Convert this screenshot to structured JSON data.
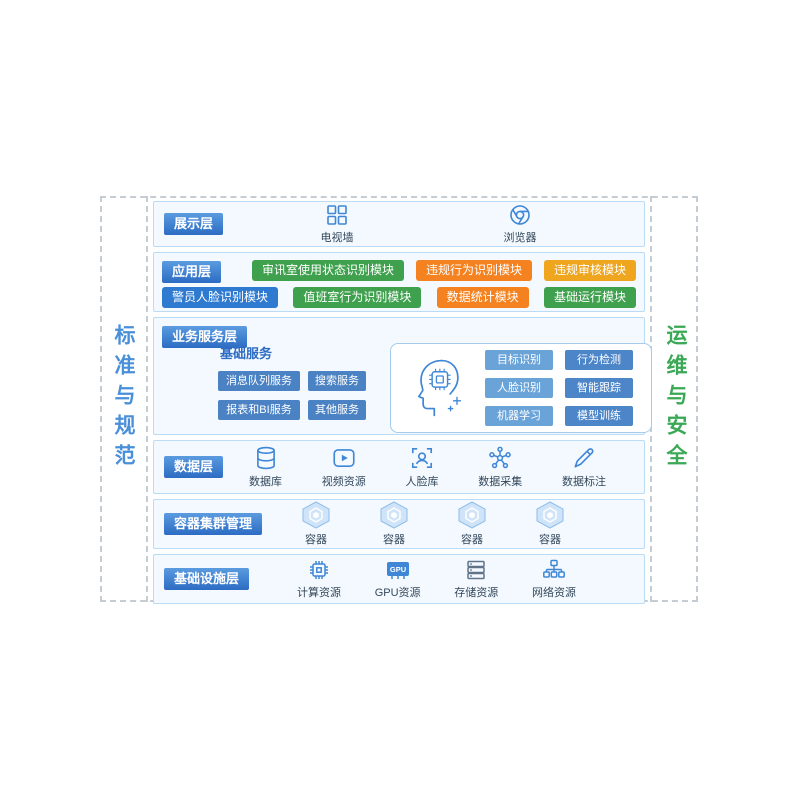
{
  "colors": {
    "accent_blue": "#2d6cc3",
    "icon_blue": "#3f87d6",
    "module_green": "#3fa14d",
    "module_orange": "#f58220",
    "module_amber": "#efa51e",
    "module_blue": "#2e7ad1",
    "chip_basic_blue": "#4a82c4",
    "chip_light_blue": "#6aa3d8",
    "chip_dark_blue": "#4d86c8",
    "side_left_text": "#4a90d9",
    "side_right_text": "#3aa855"
  },
  "side_left": {
    "label": "标准与规范"
  },
  "side_right": {
    "label": "运维与安全"
  },
  "presentation": {
    "label": "展示层",
    "items": [
      {
        "label": "电视墙"
      },
      {
        "label": "浏览器"
      }
    ]
  },
  "application": {
    "label": "应用层",
    "row1": [
      {
        "label": "审讯室使用状态识别模块"
      },
      {
        "label": "违规行为识别模块"
      },
      {
        "label": "违规审核模块"
      }
    ],
    "row2": [
      {
        "label": "警员人脸识别模块"
      },
      {
        "label": "值班室行为识别模块"
      },
      {
        "label": "数据统计模块"
      },
      {
        "label": "基础运行模块"
      }
    ]
  },
  "business": {
    "label": "业务服务层",
    "basic_services": {
      "title": "基础服务",
      "items": [
        {
          "label": "消息队列服务"
        },
        {
          "label": "搜索服务"
        },
        {
          "label": "报表和BI服务"
        },
        {
          "label": "其他服务"
        }
      ]
    },
    "ai_services": {
      "items": [
        {
          "label": "目标识别"
        },
        {
          "label": "行为检测"
        },
        {
          "label": "人脸识别"
        },
        {
          "label": "智能跟踪"
        },
        {
          "label": "机器学习"
        },
        {
          "label": "模型训练"
        }
      ]
    }
  },
  "data_layer": {
    "label": "数据层",
    "items": [
      {
        "label": "数据库"
      },
      {
        "label": "视频资源"
      },
      {
        "label": "人脸库"
      },
      {
        "label": "数据采集"
      },
      {
        "label": "数据标注"
      }
    ]
  },
  "container_layer": {
    "label": "容器集群管理",
    "items": [
      {
        "label": "容器"
      },
      {
        "label": "容器"
      },
      {
        "label": "容器"
      },
      {
        "label": "容器"
      }
    ]
  },
  "infrastructure": {
    "label": "基础设施层",
    "gpu_chip_text": "GPU",
    "items": [
      {
        "label": "计算资源"
      },
      {
        "label": "GPU资源"
      },
      {
        "label": "存储资源"
      },
      {
        "label": "网络资源"
      }
    ]
  }
}
